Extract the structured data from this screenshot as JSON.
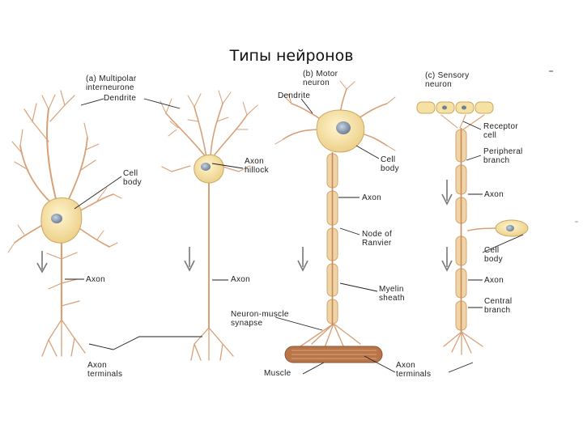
{
  "title": "Типы нейронов",
  "panels": {
    "a": {
      "heading": "(a) Multipolar\ninterneurone"
    },
    "b": {
      "heading": "(b) Motor\nneuron"
    },
    "c": {
      "heading": "(c) Sensory\nneuron"
    }
  },
  "labels": {
    "dendrite_a": "Dendrite",
    "cell_body_a": "Cell\nbody",
    "axon_hillock": "Axon\nhillock",
    "axon_a1": "Axon",
    "axon_a2": "Axon",
    "axon_terminals_a": "Axon\nterminals",
    "dendrite_b": "Dendrite",
    "cell_body_b": "Cell\nbody",
    "axon_b": "Axon",
    "node_of_ranvier": "Node of\nRanvier",
    "myelin_sheath": "Myelin\nsheath",
    "neuron_muscle_synapse": "Neuron-muscle\nsynapse",
    "muscle": "Muscle",
    "axon_terminals_b": "Axon\nterminals",
    "receptor_cell": "Receptor\ncell",
    "peripheral_branch": "Peripheral\nbranch",
    "axon_c1": "Axon",
    "cell_body_c": "Cell\nbody",
    "axon_c2": "Axon",
    "central_branch": "Central\nbranch"
  },
  "colors": {
    "cell_body": "#f5e2a3",
    "nucleus": "#8a9bb0",
    "process": "#d8a077",
    "myelin": "#f1d4a6",
    "muscle": "#b9754a",
    "leader": "#222222",
    "arrow": "#777777"
  }
}
